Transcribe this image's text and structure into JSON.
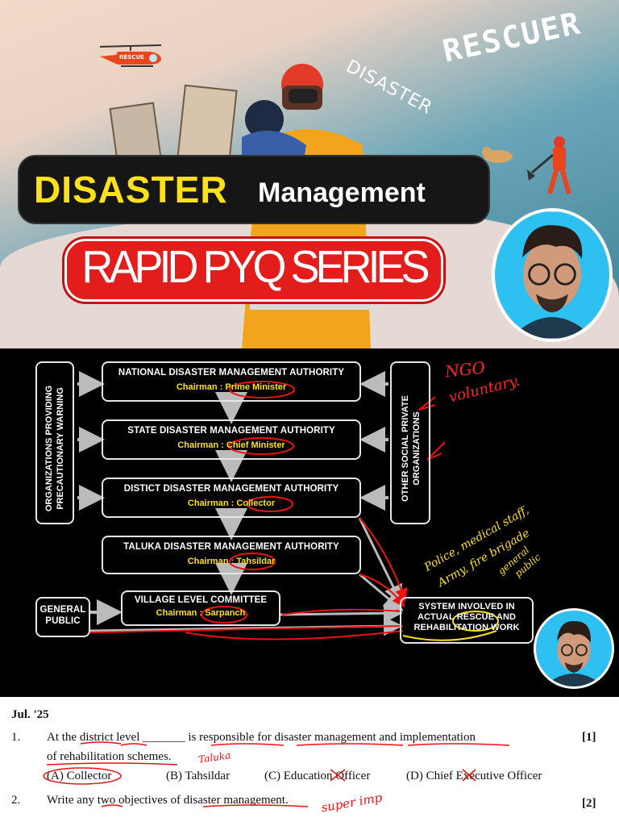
{
  "banner": {
    "tag_rescuer": "RESCUER",
    "tag_disaster": "DISASTER",
    "helicopter_label": "RESCUE",
    "title_main": "DISASTER",
    "title_sub": "Management",
    "series": "RAPID PYQ SERIES"
  },
  "chart": {
    "left_panel": "ORGANIZATIONS PROVIDING PRECAUTIONARY WARNING",
    "right_panel": "OTHER SOCIAL PRIVATE ORGANIZATIONS",
    "general_public": [
      "GENERAL",
      "PUBLIC"
    ],
    "chairman_label": "Chairman :",
    "levels": [
      {
        "title": "NATIONAL DISASTER MANAGEMENT AUTHORITY",
        "chairman": "Prime Minister"
      },
      {
        "title": "STATE DISASTER MANAGEMENT AUTHORITY",
        "chairman": "Chief Minister"
      },
      {
        "title": "DISTICT DISASTER MANAGEMENT AUTHORITY",
        "chairman": "Collector"
      },
      {
        "title": "TALUKA DISASTER MANAGEMENT AUTHORITY",
        "chairman": "Tahsildar"
      },
      {
        "title": "VILLAGE LEVEL COMMITTEE",
        "chairman": "Sarpanch"
      }
    ],
    "system": [
      "SYSTEM INVOLVED IN",
      "ACTUAL RESCUE AND",
      "REHABILITATION WORK"
    ],
    "annotations": {
      "ngo": "NGO",
      "voluntary": "voluntary.",
      "police": [
        "Police, medical staff,",
        "Army, fire brigade",
        "general",
        "public"
      ]
    }
  },
  "sheet": {
    "date": "Jul. '25",
    "q1": {
      "num": "1.",
      "line1": "At the district level _______ is responsible for disaster management and implementation",
      "line2": "of rehabilitation schemes.",
      "marks": "[1]",
      "options": [
        "(A) Collector",
        "(B) Tahsildar",
        "(C) Education Officer",
        "(D) Chief Executive Officer"
      ],
      "note": "Taluka"
    },
    "q2": {
      "num": "2.",
      "text": "Write any two objectives of disaster management.",
      "marks": "[2]",
      "note": "super imp"
    }
  }
}
